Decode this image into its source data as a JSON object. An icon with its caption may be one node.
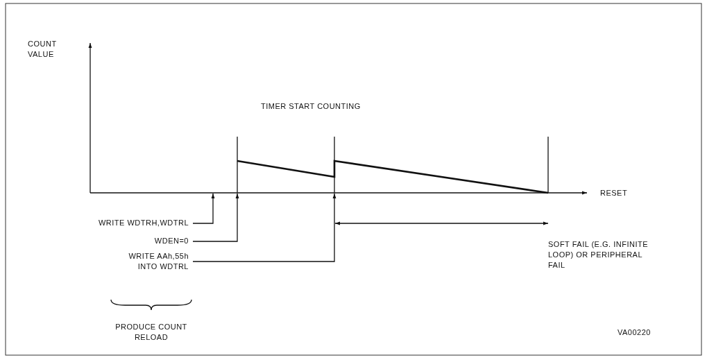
{
  "diagram": {
    "nodes": [
      {
        "text": [
          "WRITE WDTRH,WDTRL"
        ]
      },
      {
        "text": [
          "WDEN=0"
        ]
      },
      {
        "text": [
          "WRITE AAh,55h INTO WDTRL"
        ]
      }
    ],
    "edges": [
      {
        "from": 0,
        "to": null,
        "arrow": "to"
      },
      {
        "from": 1,
        "to": null,
        "arrow": "to"
      },
      {
        "from": 2,
        "to": null,
        "arrow": "to"
      }
    ],
    "labels": [
      "COUNT VALUE",
      "TIMER START COUNTING",
      "RESET",
      "SOFT FAIL (E.G. INFINITE LOOP) OR PERIPHERAL FAIL",
      "PRODUCE COUNT RELOAD",
      "VA00220"
    ]
  }
}
